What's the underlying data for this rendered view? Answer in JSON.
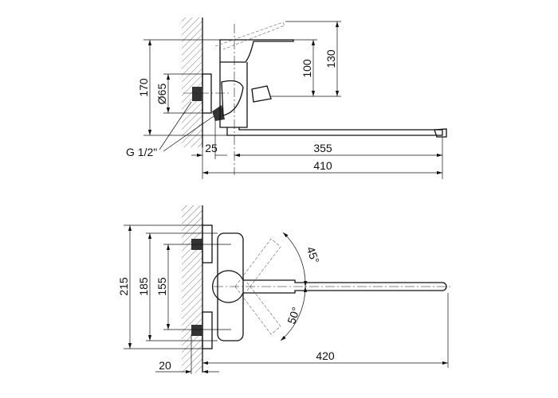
{
  "side_view": {
    "dims": {
      "height_total": "170",
      "diameter": "Ø65",
      "lever_height": "100",
      "lever_raised": "130",
      "wall_offset": "25",
      "spout_reach": "355",
      "total_length": "410"
    },
    "thread_label": "G 1/2\""
  },
  "top_view": {
    "dims": {
      "outer": "215",
      "middle": "185",
      "inner": "155",
      "wall_offset": "20",
      "spout_reach": "420"
    },
    "angles": {
      "upper": "45°",
      "lower": "50°"
    }
  }
}
